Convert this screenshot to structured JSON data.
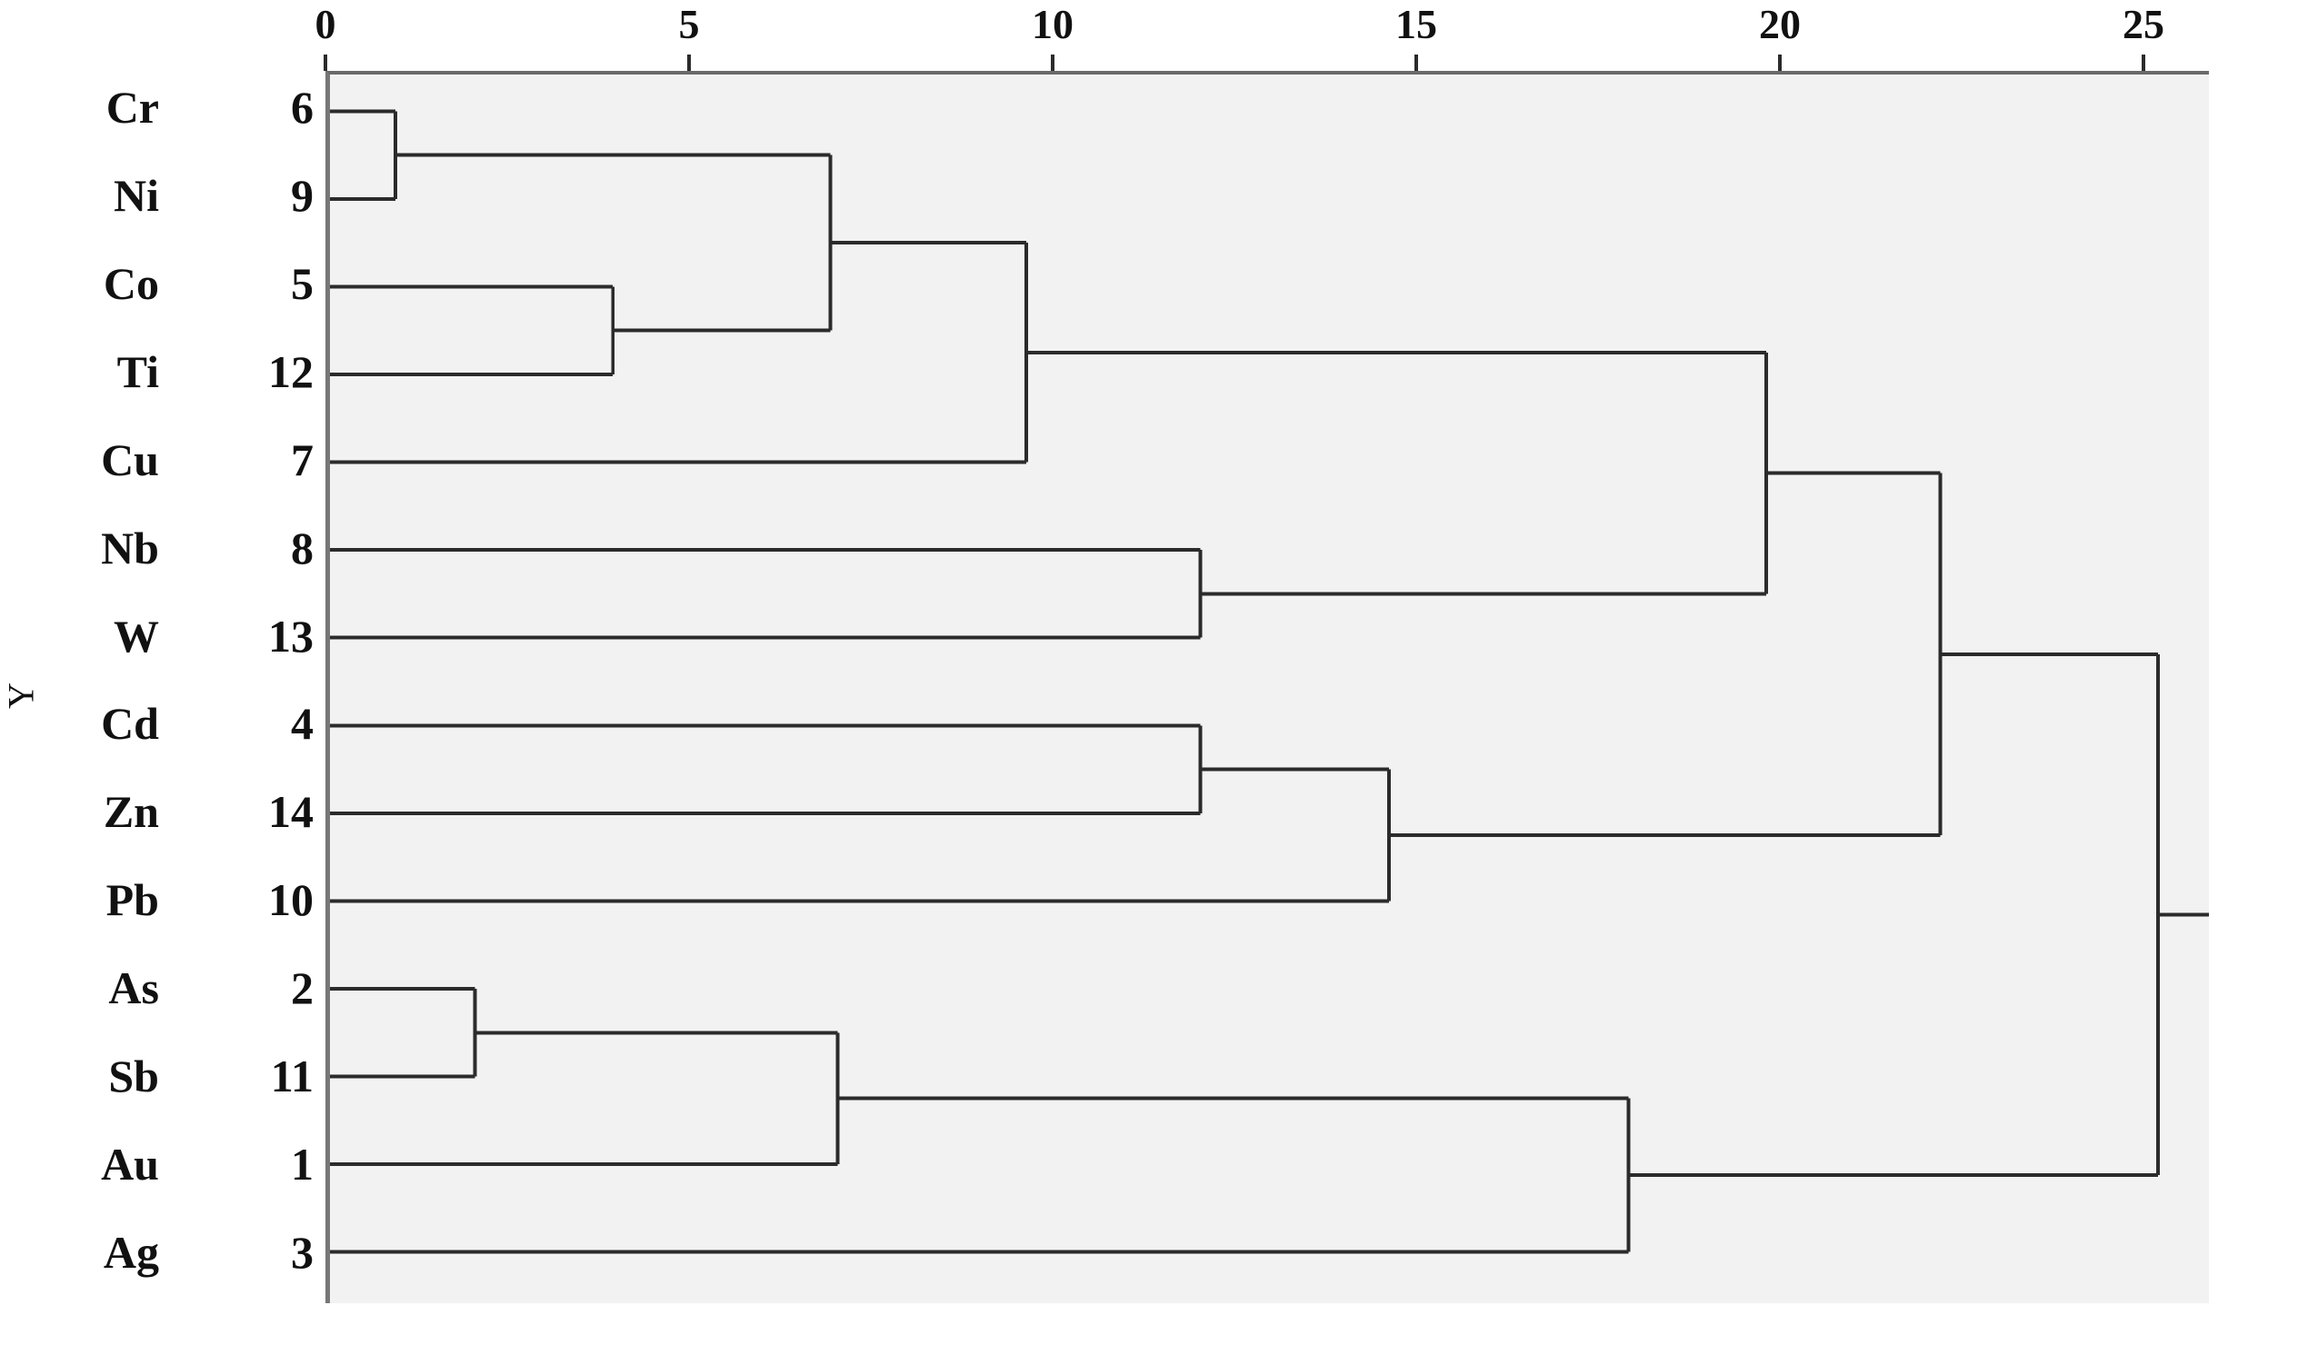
{
  "chart_data": {
    "type": "dendrogram",
    "title": "",
    "xlabel": "",
    "ylabel": "Y",
    "x_axis_position": "top",
    "xlim": [
      0,
      25.9
    ],
    "xticks": [
      0,
      5,
      10,
      15,
      20,
      25
    ],
    "xtick_labels": [
      "0",
      "5",
      "10",
      "15",
      "20",
      "25"
    ],
    "grid": false,
    "plot_background": "#f2f2f2",
    "line_color": "#2b2b2b",
    "leaves": [
      {
        "label": "Cr",
        "number": "6"
      },
      {
        "label": "Ni",
        "number": "9"
      },
      {
        "label": "Co",
        "number": "5"
      },
      {
        "label": "Ti",
        "number": "12"
      },
      {
        "label": "Cu",
        "number": "7"
      },
      {
        "label": "Nb",
        "number": "8"
      },
      {
        "label": "W",
        "number": "13"
      },
      {
        "label": "Cd",
        "number": "4"
      },
      {
        "label": "Zn",
        "number": "14"
      },
      {
        "label": "Pb",
        "number": "10"
      },
      {
        "label": "As",
        "number": "2"
      },
      {
        "label": "Sb",
        "number": "11"
      },
      {
        "label": "Au",
        "number": "1"
      },
      {
        "label": "Ag",
        "number": "3"
      }
    ],
    "merges": [
      {
        "id": "m1",
        "left": "Cr",
        "right": "Ni",
        "distance": 0.9
      },
      {
        "id": "m2",
        "left": "Co",
        "right": "Ti",
        "distance": 3.9
      },
      {
        "id": "m3",
        "left": "m1",
        "right": "m2",
        "distance": 6.9
      },
      {
        "id": "m4",
        "left": "m3",
        "right": "Cu",
        "distance": 9.6
      },
      {
        "id": "m5",
        "left": "Nb",
        "right": "W",
        "distance": 12.0
      },
      {
        "id": "m6",
        "left": "Cd",
        "right": "Zn",
        "distance": 12.0
      },
      {
        "id": "m7",
        "left": "m6",
        "right": "Pb",
        "distance": 14.6
      },
      {
        "id": "m8",
        "left": "m4",
        "right": "m5",
        "distance": 19.8
      },
      {
        "id": "m9",
        "left": "m8",
        "right": "m7",
        "distance": 22.2
      },
      {
        "id": "m10",
        "left": "As",
        "right": "Sb",
        "distance": 2.0
      },
      {
        "id": "m11",
        "left": "m10",
        "right": "Au",
        "distance": 7.0
      },
      {
        "id": "m12",
        "left": "m11",
        "right": "Ag",
        "distance": 17.9
      },
      {
        "id": "m13",
        "left": "m9",
        "right": "m12",
        "distance": 25.2
      }
    ]
  }
}
